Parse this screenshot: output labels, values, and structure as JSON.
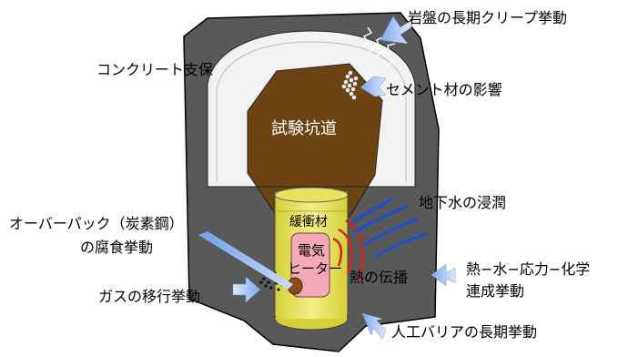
{
  "diagram": {
    "test_tunnel": "試験坑道",
    "concrete_support": "コンクリート支保",
    "cement_effect": "セメント材の影響",
    "rock_creep": "岩盤の長期クリープ挙動",
    "buffer": "緩衝材",
    "heater_line1": "電気",
    "heater_line2": "ヒーター",
    "groundwater": "地下水の浸潤",
    "overpack_line1": "オーバーパック（炭素鋼）",
    "overpack_line2": "の腐食挙動",
    "heat_propagation": "熱の伝播",
    "thmc_line1": "熱−水−応力−化学",
    "thmc_line2": "連成挙動",
    "gas_migration": "ガスの移行挙動",
    "ebs_longterm": "人工バリアの長期挙動"
  },
  "colors": {
    "rock": "#595959",
    "tunnel_lining": "#f2f2f2",
    "tunnel_interior": "#6b4411",
    "buffer": "#e8e35a",
    "heater": "#f4a9b8",
    "groundwater_arrows": "#1a4fd6",
    "heat_arrows": "#d62020",
    "callout_arrows": "#8fb4ef"
  }
}
